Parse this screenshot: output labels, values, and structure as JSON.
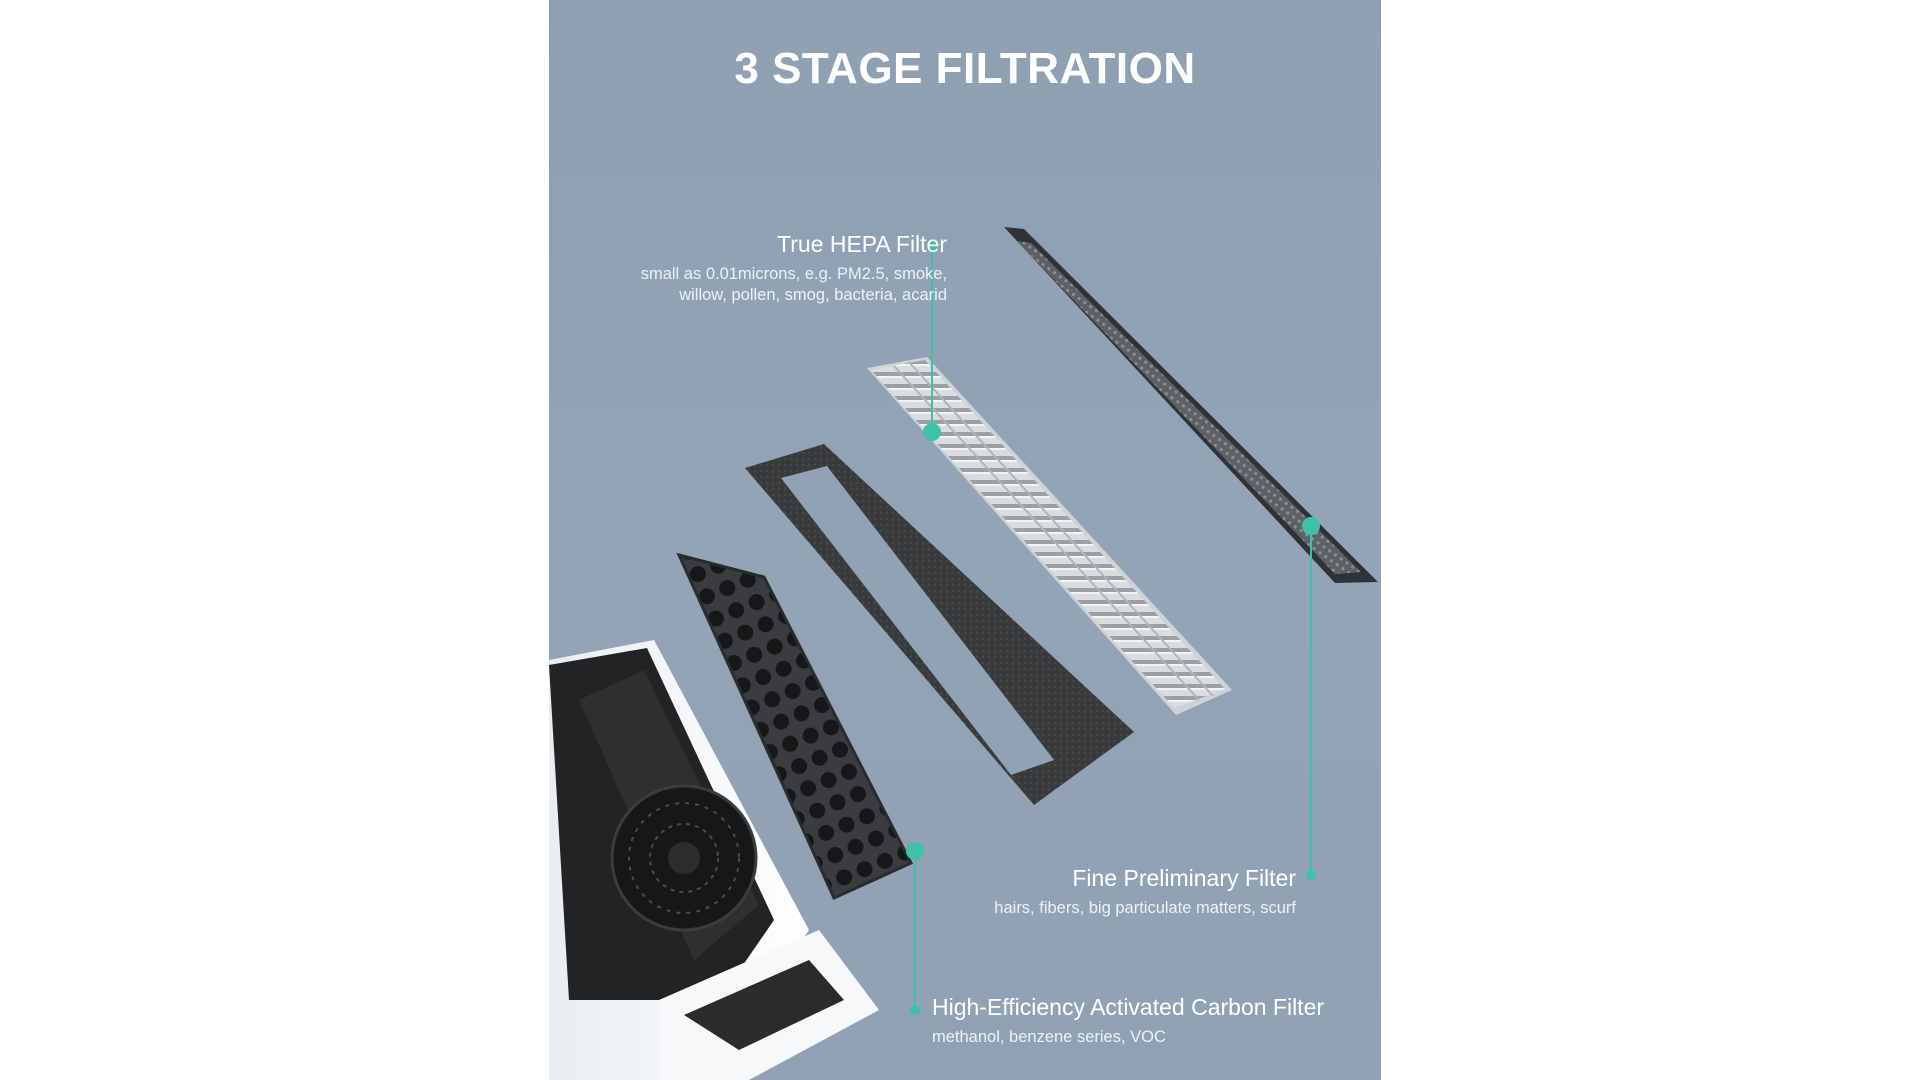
{
  "headline": "3 STAGE FILTRATION",
  "colors": {
    "panel_background": "#91a2b4",
    "callout_accent": "#3fc1a8",
    "text": "#ffffff"
  },
  "callouts": [
    {
      "id": "hepa",
      "title": "True HEPA Filter",
      "description_lines": [
        "small as 0.01microns, e.g. PM2.5, smoke,",
        "willow, pollen, smog, bacteria, acarid"
      ]
    },
    {
      "id": "preliminary",
      "title": "Fine Preliminary Filter",
      "description_lines": [
        "hairs, fibers, big particulate matters, scurf"
      ]
    },
    {
      "id": "carbon",
      "title": "High-Efficiency Activated Carbon Filter",
      "description_lines": [
        "methanol, benzene series, VOC"
      ]
    }
  ]
}
